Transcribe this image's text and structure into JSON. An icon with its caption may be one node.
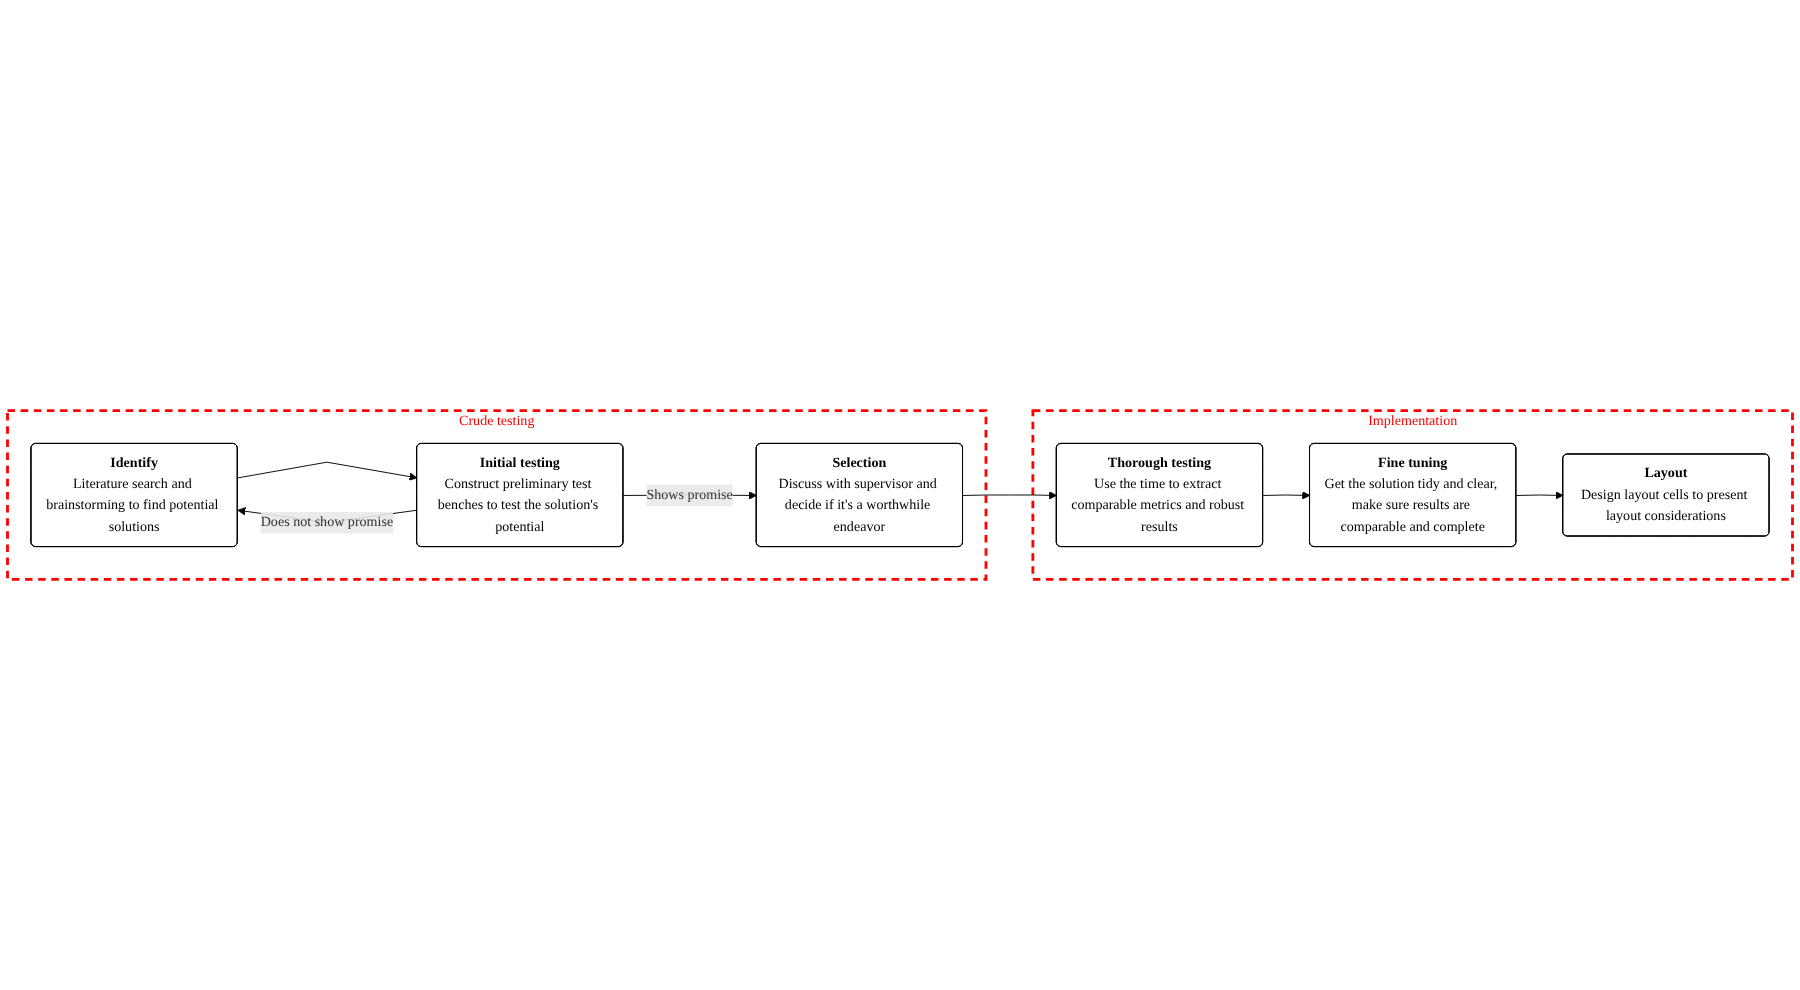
{
  "diagram": {
    "nodes": [
      {
        "text": [
          "Crude testing"
        ]
      },
      {
        "text": [
          "Identify",
          "Literature search and brainstorming to find potential solutions"
        ],
        "in": 0
      },
      {
        "text": [
          "Initial testing",
          "Construct preliminary test benches to test the solution's potential"
        ],
        "in": 0
      },
      {
        "text": [
          "Selection",
          "Discuss with supervisor and decide if it's a worthwhile endeavor"
        ],
        "in": 0
      },
      {
        "text": [
          "Implementation"
        ]
      },
      {
        "text": [
          "Layout",
          "Design layout cells to present layout considerations"
        ],
        "in": 4
      },
      {
        "text": [
          "Fine tuning",
          "Get the solution tidy and clear, make sure results are comparable and complete"
        ],
        "in": 4
      },
      {
        "text": [
          "Thorough testing",
          "Use the time to extract comparable metrics and robust results"
        ],
        "in": 4
      }
    ],
    "edges": [
      {
        "from": 1,
        "to": 2,
        "arrow": "to"
      },
      {
        "from": 2,
        "to": 3,
        "arrow": "to",
        "label": "Shows promise"
      },
      {
        "from": 2,
        "to": 1,
        "arrow": "to",
        "label": "Does not show promise"
      },
      {
        "from": 3,
        "to": 7,
        "arrow": "to"
      },
      {
        "from": 7,
        "to": 6,
        "arrow": "to"
      },
      {
        "from": 6,
        "to": 5,
        "arrow": "to"
      }
    ]
  }
}
